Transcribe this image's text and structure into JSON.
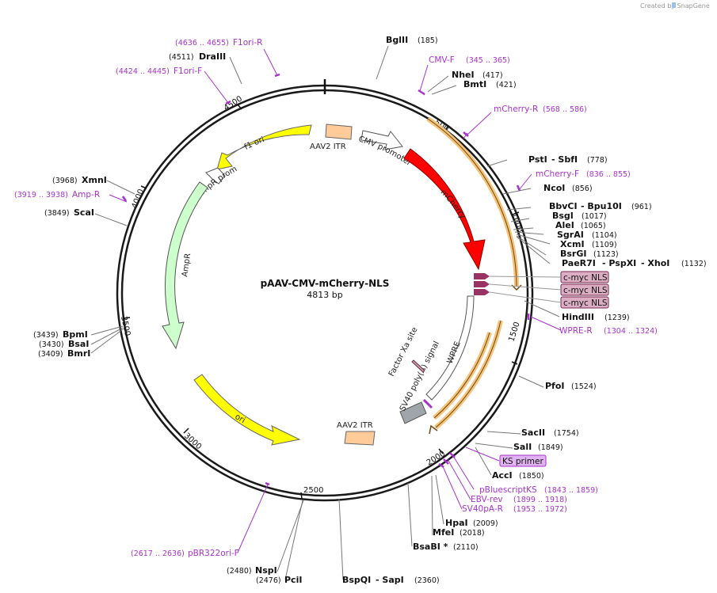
{
  "credit": "Created by SnapGene",
  "plasmid": {
    "name": "pAAV-CMV-mCherry-NLS",
    "size_label": "4813 bp"
  },
  "ticks": [
    "500",
    "1000",
    "1500",
    "2000",
    "2500",
    "3000",
    "3500",
    "4000",
    "4500"
  ],
  "enzymes": [
    {
      "name": "BglII",
      "pos": "(185)"
    },
    {
      "name": "NheI",
      "pos": "(417)"
    },
    {
      "name": "BmtI",
      "pos": "(421)"
    },
    {
      "name": "PstI",
      "name2": "SbfI",
      "pos": "(778)"
    },
    {
      "name": "NcoI",
      "pos": "(856)"
    },
    {
      "name": "BbvCI",
      "name2": "Bpu10I",
      "pos": "(961)"
    },
    {
      "name": "BsgI",
      "pos": "(1017)"
    },
    {
      "name": "AleI",
      "pos": "(1065)"
    },
    {
      "name": "SgrAI",
      "pos": "(1104)"
    },
    {
      "name": "XcmI",
      "pos": "(1109)"
    },
    {
      "name": "BsrGI",
      "pos": "(1123)"
    },
    {
      "name": "PaeR7I",
      "name2": "PspXI",
      "name3": "XhoI",
      "pos": "(1132)"
    },
    {
      "name": "HindIII",
      "pos": "(1239)"
    },
    {
      "name": "PfoI",
      "pos": "(1524)"
    },
    {
      "name": "SacII",
      "pos": "(1754)"
    },
    {
      "name": "SalI",
      "pos": "(1849)"
    },
    {
      "name": "AccI",
      "pos": "(1850)"
    },
    {
      "name": "HpaI",
      "pos": "(2009)"
    },
    {
      "name": "MfeI",
      "pos": "(2018)"
    },
    {
      "name": "BsaBI *",
      "pos": "(2110)"
    },
    {
      "name": "BspQI",
      "name2": "SapI",
      "pos": "(2360)"
    },
    {
      "name": "PciI",
      "pos": "(2476)"
    },
    {
      "name": "NspI",
      "pos": "(2480)"
    },
    {
      "name": "BmrI",
      "pos": "(3409)"
    },
    {
      "name": "BsaI",
      "pos": "(3430)"
    },
    {
      "name": "BpmI",
      "pos": "(3439)"
    },
    {
      "name": "ScaI",
      "pos": "(3849)"
    },
    {
      "name": "XmnI",
      "pos": "(3968)"
    },
    {
      "name": "DraIII",
      "pos": "(4511)"
    }
  ],
  "primers": [
    {
      "name": "F1ori-R",
      "range": "(4636 .. 4655)"
    },
    {
      "name": "F1ori-F",
      "range": "(4424 .. 4445)"
    },
    {
      "name": "CMV-F",
      "range": "(345 .. 365)"
    },
    {
      "name": "mCherry-R",
      "range": "(568 .. 586)"
    },
    {
      "name": "mCherry-F",
      "range": "(836 .. 855)"
    },
    {
      "name": "Amp-R",
      "range": "(3919 .. 3938)"
    },
    {
      "name": "WPRE-R",
      "range": "(1304 .. 1324)"
    },
    {
      "name": "KS primer",
      "range": ""
    },
    {
      "name": "pBluescriptKS",
      "range": "(1843 .. 1859)"
    },
    {
      "name": "EBV-rev",
      "range": "(1899 .. 1918)"
    },
    {
      "name": "SV40pA-R",
      "range": "(1953 .. 1972)"
    },
    {
      "name": "pBR322ori-F",
      "range": "(2617 .. 2636)"
    }
  ],
  "features": {
    "f1_ori": "f1 ori",
    "aav2_itr_top": "AAV2 ITR",
    "cmv_promoter": "CMV promoter",
    "mcherry": "mCherry",
    "ampr_promoter": "AmpR promoter",
    "ampr": "AmpR",
    "ori": "ori",
    "aav2_itr_bottom": "AAV2 ITR",
    "cmyc1": "c-myc NLS",
    "cmyc2": "c-myc NLS",
    "cmyc3": "c-myc NLS",
    "wpre": "WPRE",
    "factor_xa": "Factor Xa site",
    "sv40": "SV40 poly(A) signal"
  },
  "colors": {
    "backbone": "#1a1a1a",
    "yellow": "#ffff00",
    "red": "#ff0000",
    "ampr_green": "#ccffcc",
    "itr_orange": "#ffcc99",
    "cmyc": "#993366",
    "primer_purple": "#a733cc",
    "orf_orange": "#f5c27a"
  }
}
